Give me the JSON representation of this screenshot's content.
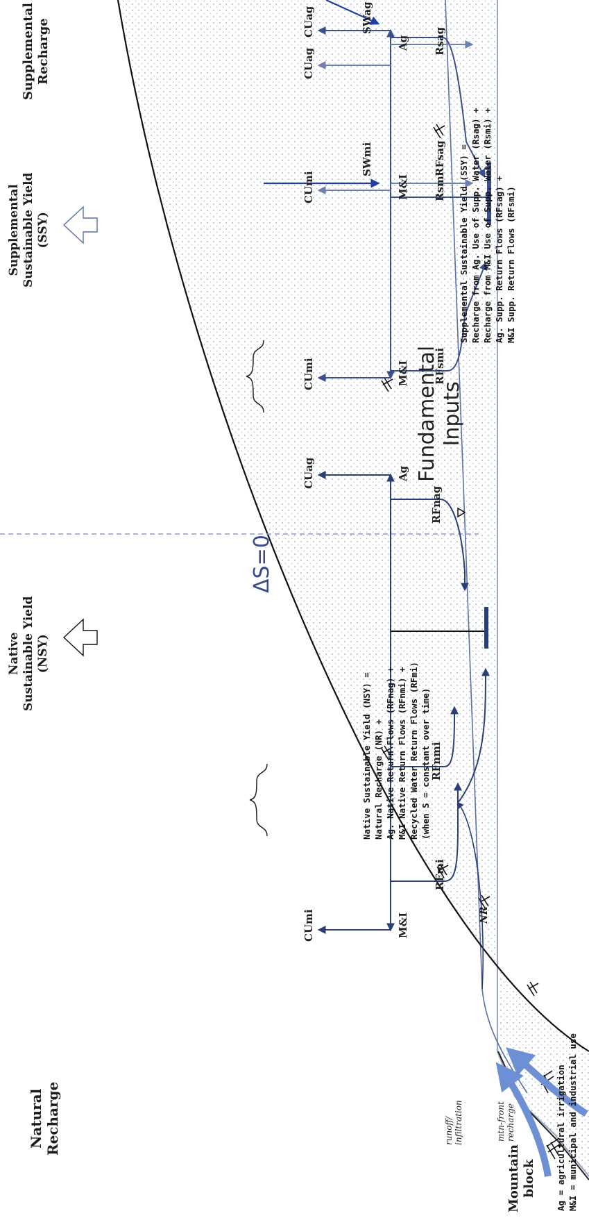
{
  "sections": {
    "natural_recharge": [
      "Natural",
      "Recharge"
    ],
    "supplemental_recharge": [
      "Supplemental",
      "Recharge"
    ],
    "mountain_block": [
      "Mountain",
      "block"
    ],
    "fundamental_inputs": [
      "Fundamental",
      "Inputs"
    ]
  },
  "native": {
    "heading": [
      "Native",
      "Sustainable Yield",
      "(NSY)"
    ],
    "delta": "ΔS=0",
    "definition": [
      "Native Sustainable Yield (NSY) =",
      "Natural Recharge (NR) +",
      "Ag. Native Return Flows (RFnag) +",
      "M&I Native Return Flows (RFnmi) +",
      "Recycled Water Return Flows (RFmi)",
      "(when S = constant over time)"
    ]
  },
  "supplemental": {
    "heading": [
      "Supplemental",
      "Sustainable Yield",
      "(SSY)"
    ],
    "definition": [
      "Supplemental Sustainable Yield (SSY) =",
      "Recharge from Ag. Use of Supp. Water (Rsag) +",
      "Recharge from M&I Use of Supp. Water (Rsmi) +",
      "Ag. Supp. Return Flows (RFsag) +",
      "M&I Supp. Return Flows (RFsmi)"
    ]
  },
  "labels": {
    "cumi": "CUmi",
    "cuag": "CUag",
    "mi": "M&I",
    "ag": "Ag",
    "rfmi": "RFmi",
    "rfnmi": "RFnmi",
    "rfnag": "RFnag",
    "rfsmi": "RFsmi",
    "rfsag": "RFsag",
    "rsmi": "Rsmi",
    "rsag": "Rsag",
    "swmi": "SWmi",
    "swag": "SWag",
    "nr": "NR",
    "runoff": [
      "runoff/",
      "infiltration"
    ],
    "mtn_front": [
      "mtn-front",
      "recharge"
    ]
  },
  "legend": [
    "Ag  = agricultural irrigation",
    "M&I = municipal and industrial use"
  ],
  "colors": {
    "native_arrow": "#2a3f78",
    "supp_arrow": "#3b4f8f",
    "light_arrow": "#6f7fb0",
    "sw_arrow": "#1e3ea0",
    "recharge_arrow": "#6d8fd3",
    "aquifer_dots": "#9ca6c4"
  }
}
